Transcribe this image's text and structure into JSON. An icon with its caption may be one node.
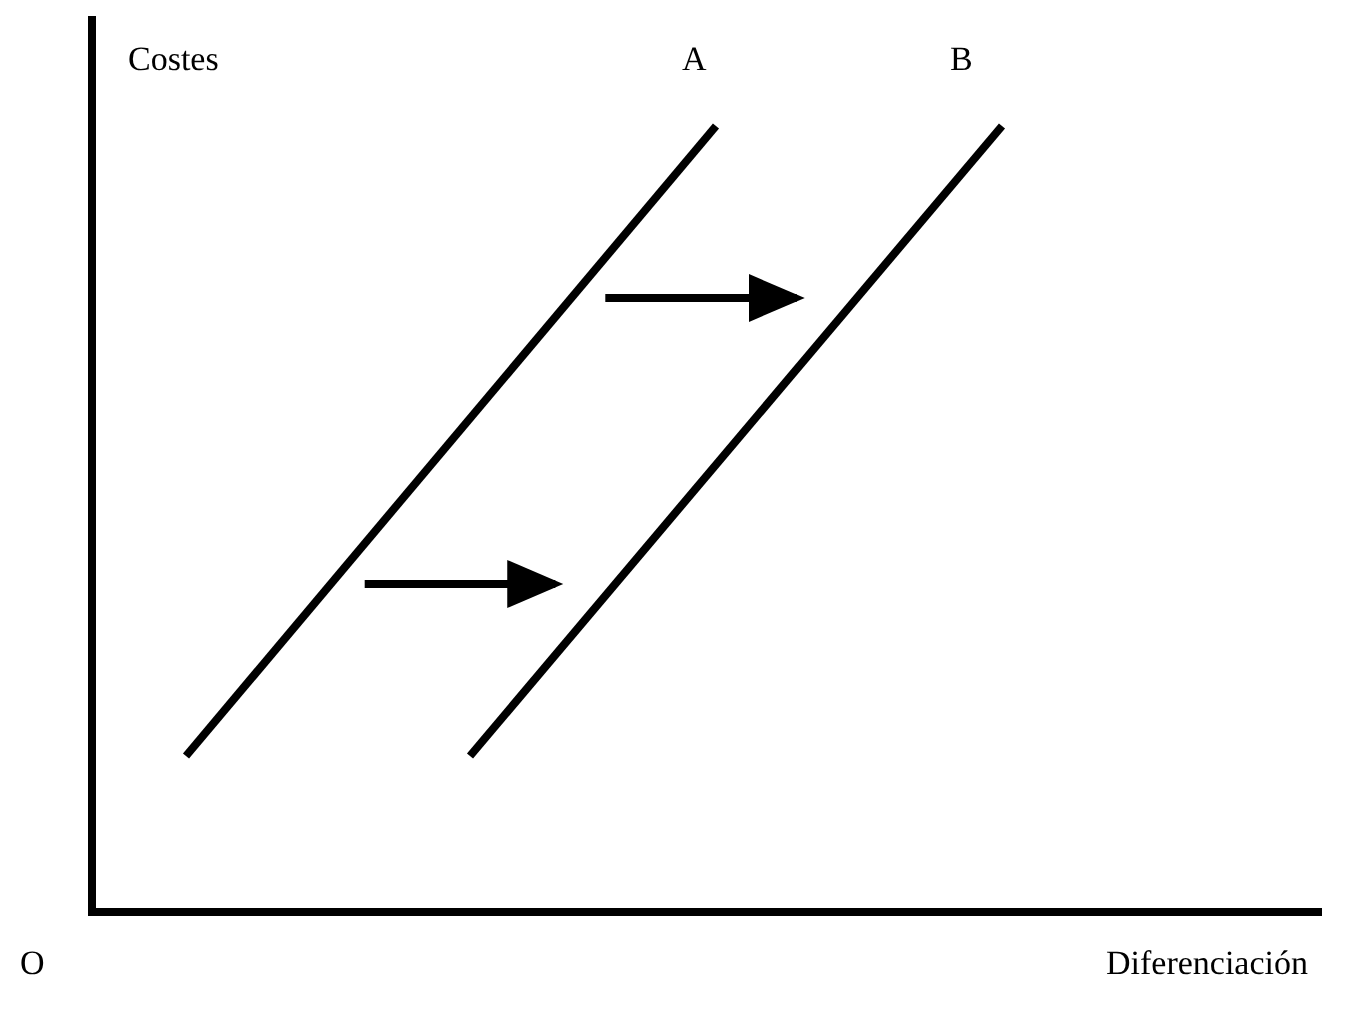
{
  "diagram": {
    "nodes": [
      {
        "text": [
          "A"
        ]
      },
      {
        "text": [
          "B"
        ]
      }
    ],
    "edges": [
      {
        "from": 0,
        "to": 1,
        "arrow": "to"
      },
      {
        "from": 0,
        "to": 1,
        "arrow": "to"
      }
    ],
    "labels": [
      "Costes",
      "O",
      "Diferenciación"
    ]
  }
}
